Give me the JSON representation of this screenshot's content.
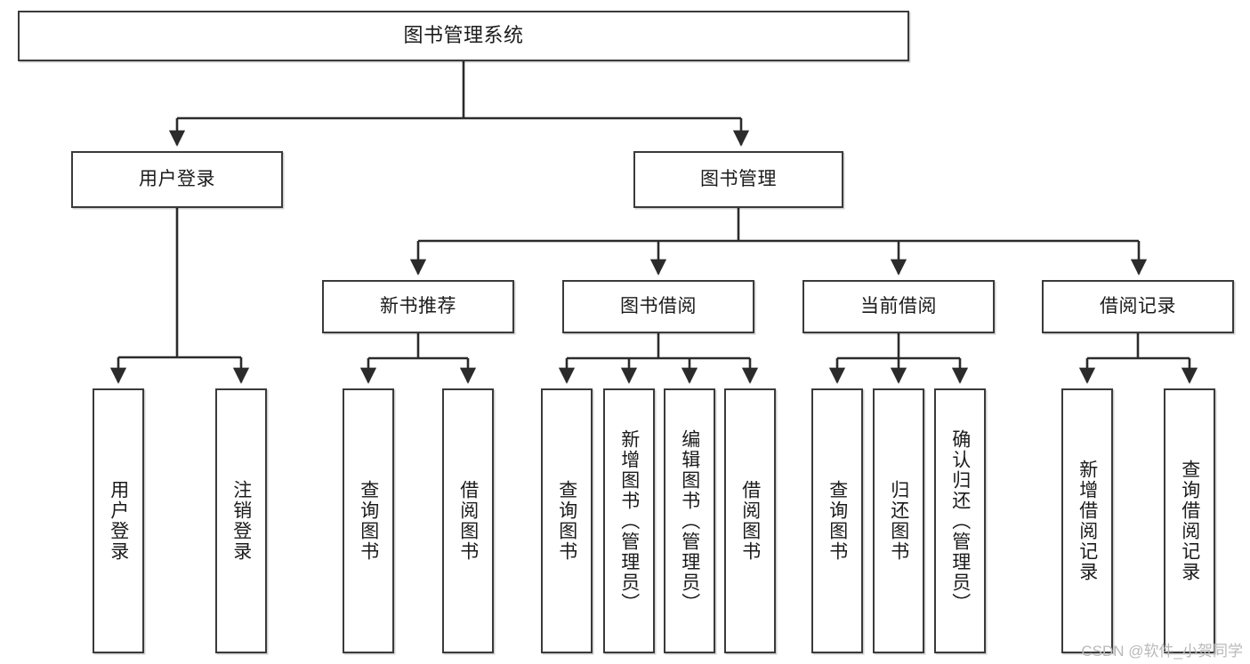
{
  "diagram": {
    "title": "图书管理系统",
    "type": "tree-hierarchy-chart",
    "watermark": "CSDN @软件_小贺同学",
    "colors": {
      "box_border": "#3a3a3a",
      "box_fill": "#ffffff",
      "connector": "#2b2b2b",
      "text": "#1b1b1b",
      "watermark": "#b9b9b9"
    }
  },
  "nodes": {
    "root": {
      "label": "图书管理系统"
    },
    "level2": [
      {
        "label": "用户登录"
      },
      {
        "label": "图书管理"
      }
    ],
    "level3": [
      {
        "label": "新书推荐"
      },
      {
        "label": "图书借阅"
      },
      {
        "label": "当前借阅"
      },
      {
        "label": "借阅记录"
      }
    ],
    "leaves": {
      "user_login": [
        {
          "label": "用户登录"
        },
        {
          "label": "注销登录"
        }
      ],
      "new_book_recommend": [
        {
          "label": "查询图书"
        },
        {
          "label": "借阅图书"
        }
      ],
      "book_borrow": [
        {
          "label": "查询图书"
        },
        {
          "label": "新增图书（管理员）"
        },
        {
          "label": "编辑图书（管理员）"
        },
        {
          "label": "借阅图书"
        }
      ],
      "current_borrow": [
        {
          "label": "查询图书"
        },
        {
          "label": "归还图书"
        },
        {
          "label": "确认归还（管理员）"
        }
      ],
      "borrow_record": [
        {
          "label": "新增借阅记录"
        },
        {
          "label": "查询借阅记录"
        }
      ]
    }
  }
}
